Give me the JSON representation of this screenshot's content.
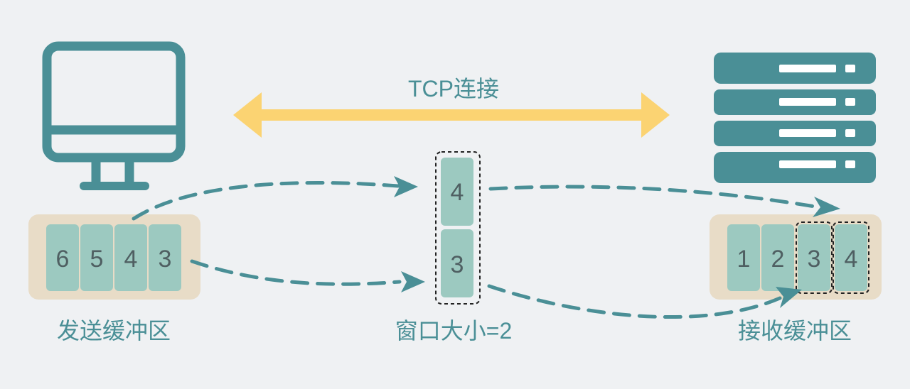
{
  "colors": {
    "background": "#eff1f3",
    "teal": "#4a8f96",
    "cell": "#9cc9c0",
    "buffer_bg": "#e8dcc7",
    "arrow": "#fbd372",
    "digit": "#4f5f62"
  },
  "icons": {
    "client": "monitor-icon",
    "server": "server-rack-icon"
  },
  "connection": {
    "label": "TCP连接"
  },
  "send_buffer": {
    "label": "发送缓冲区",
    "cells": [
      "6",
      "5",
      "4",
      "3"
    ]
  },
  "window": {
    "label": "窗口大小=2",
    "cells": [
      "4",
      "3"
    ]
  },
  "receive_buffer": {
    "label": "接收缓冲区",
    "cells": [
      "1",
      "2",
      "3",
      "4"
    ]
  }
}
